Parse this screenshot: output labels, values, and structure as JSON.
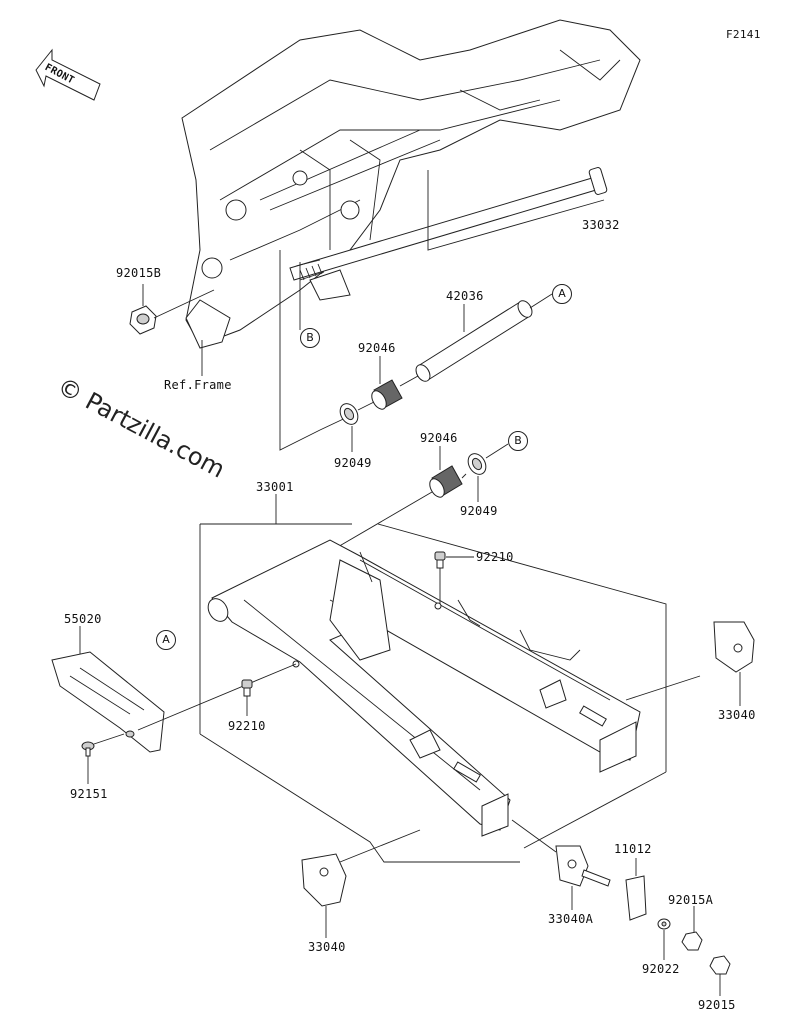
{
  "diagram_code": "F2141",
  "front_label": "FRONT",
  "watermark": "© Partzilla.com",
  "ref_frame": "Ref.Frame",
  "callouts": {
    "a_top": "A",
    "a_left": "A",
    "b_top": "B",
    "b_frame": "B"
  },
  "parts": {
    "p33032": "33032",
    "p92015b": "92015B",
    "p42036": "42036",
    "p92046_upper": "92046",
    "p92049_upper": "92049",
    "p92046_lower": "92046",
    "p92049_lower": "92049",
    "p33001": "33001",
    "p92210_upper": "92210",
    "p55020": "55020",
    "p92210_lower": "92210",
    "p92151": "92151",
    "p33040_right": "33040",
    "p33040_bottom": "33040",
    "p33040a": "33040A",
    "p11012": "11012",
    "p92015a": "92015A",
    "p92022": "92022",
    "p92015": "92015"
  }
}
